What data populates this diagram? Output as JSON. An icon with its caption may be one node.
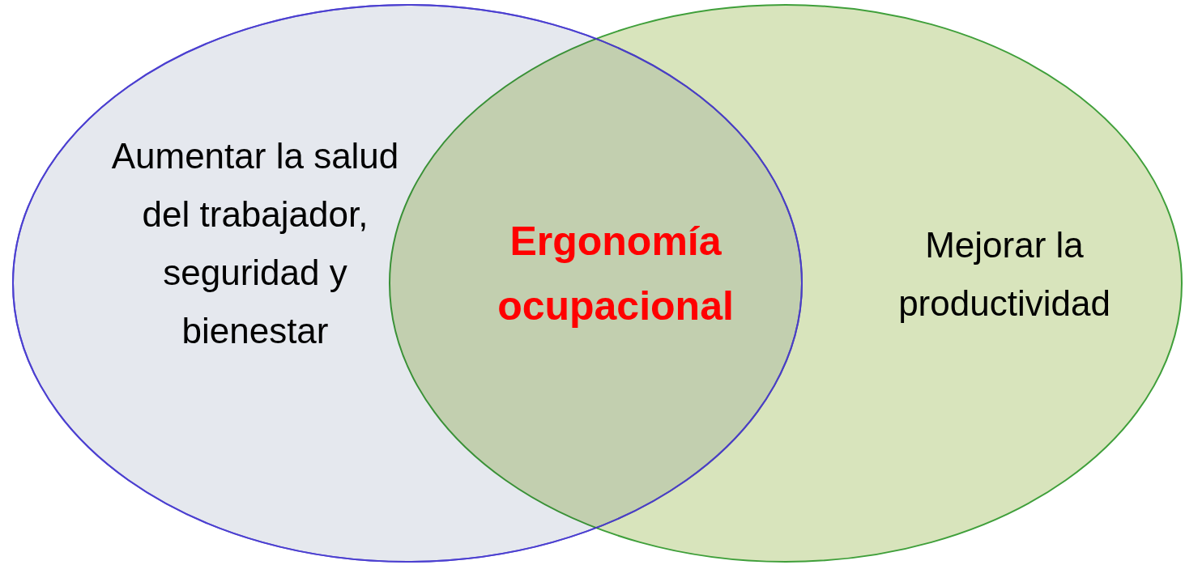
{
  "diagram": {
    "nodes": [
      {
        "text": [
          "Aumentar la salud del trabajador, seguridad y bienestar"
        ]
      },
      {
        "text": [
          "Mejorar la productividad"
        ]
      }
    ],
    "labels": [
      "Ergonomía ocupacional"
    ]
  }
}
